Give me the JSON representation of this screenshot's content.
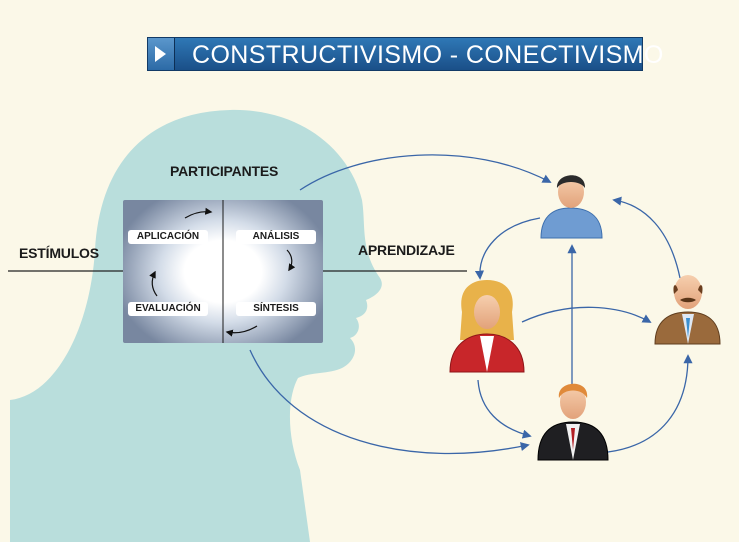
{
  "title": "CONSTRUCTIVISMO - CONECTIVISMO",
  "labels": {
    "participantes": "PARTICIPANTES",
    "estimulos": "ESTÍMULOS",
    "aprendizaje": "APRENDIZAJE"
  },
  "cycle": {
    "aplicacion": "APLICACIÓN",
    "analisis": "ANÁLISIS",
    "evaluacion": "EVALUACIÓN",
    "sintesis": "SÍNTESIS"
  },
  "colors": {
    "background": "#fbf8e8",
    "head": "#b9dedc",
    "banner": "#225f9c",
    "arrows": "#3a66a8"
  },
  "icons": [
    "head-silhouette-icon",
    "person-blue-shirt-icon",
    "person-woman-red-icon",
    "person-man-brown-suit-icon",
    "person-man-black-suit-icon"
  ]
}
